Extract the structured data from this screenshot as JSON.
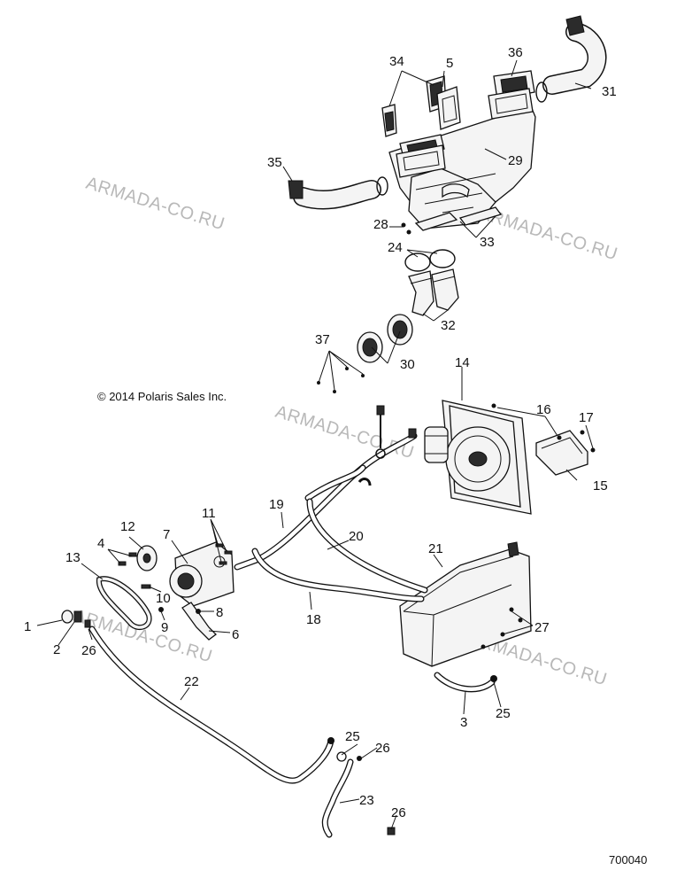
{
  "copyright": "© 2014 Polaris Sales Inc.",
  "diagram_number": "700040",
  "watermark": "ARMADA-CO.RU",
  "callouts": [
    {
      "id": "c1",
      "text": "1"
    },
    {
      "id": "c2",
      "text": "2"
    },
    {
      "id": "c3",
      "text": "3"
    },
    {
      "id": "c4",
      "text": "4"
    },
    {
      "id": "c5",
      "text": "5"
    },
    {
      "id": "c6",
      "text": "6"
    },
    {
      "id": "c7",
      "text": "7"
    },
    {
      "id": "c8",
      "text": "8"
    },
    {
      "id": "c9",
      "text": "9"
    },
    {
      "id": "c10",
      "text": "10"
    },
    {
      "id": "c11",
      "text": "11"
    },
    {
      "id": "c12",
      "text": "12"
    },
    {
      "id": "c13",
      "text": "13"
    },
    {
      "id": "c14",
      "text": "14"
    },
    {
      "id": "c15",
      "text": "15"
    },
    {
      "id": "c16",
      "text": "16"
    },
    {
      "id": "c17",
      "text": "17"
    },
    {
      "id": "c18",
      "text": "18"
    },
    {
      "id": "c19",
      "text": "19"
    },
    {
      "id": "c20",
      "text": "20"
    },
    {
      "id": "c21",
      "text": "21"
    },
    {
      "id": "c22",
      "text": "22"
    },
    {
      "id": "c23",
      "text": "23"
    },
    {
      "id": "c24",
      "text": "24"
    },
    {
      "id": "c25a",
      "text": "25"
    },
    {
      "id": "c25b",
      "text": "25"
    },
    {
      "id": "c26a",
      "text": "26"
    },
    {
      "id": "c26b",
      "text": "26"
    },
    {
      "id": "c26c",
      "text": "26"
    },
    {
      "id": "c27",
      "text": "27"
    },
    {
      "id": "c28",
      "text": "28"
    },
    {
      "id": "c29",
      "text": "29"
    },
    {
      "id": "c30",
      "text": "30"
    },
    {
      "id": "c31",
      "text": "31"
    },
    {
      "id": "c32",
      "text": "32"
    },
    {
      "id": "c33",
      "text": "33"
    },
    {
      "id": "c34",
      "text": "34"
    },
    {
      "id": "c35",
      "text": "35"
    },
    {
      "id": "c36",
      "text": "36"
    },
    {
      "id": "c37",
      "text": "37"
    }
  ]
}
